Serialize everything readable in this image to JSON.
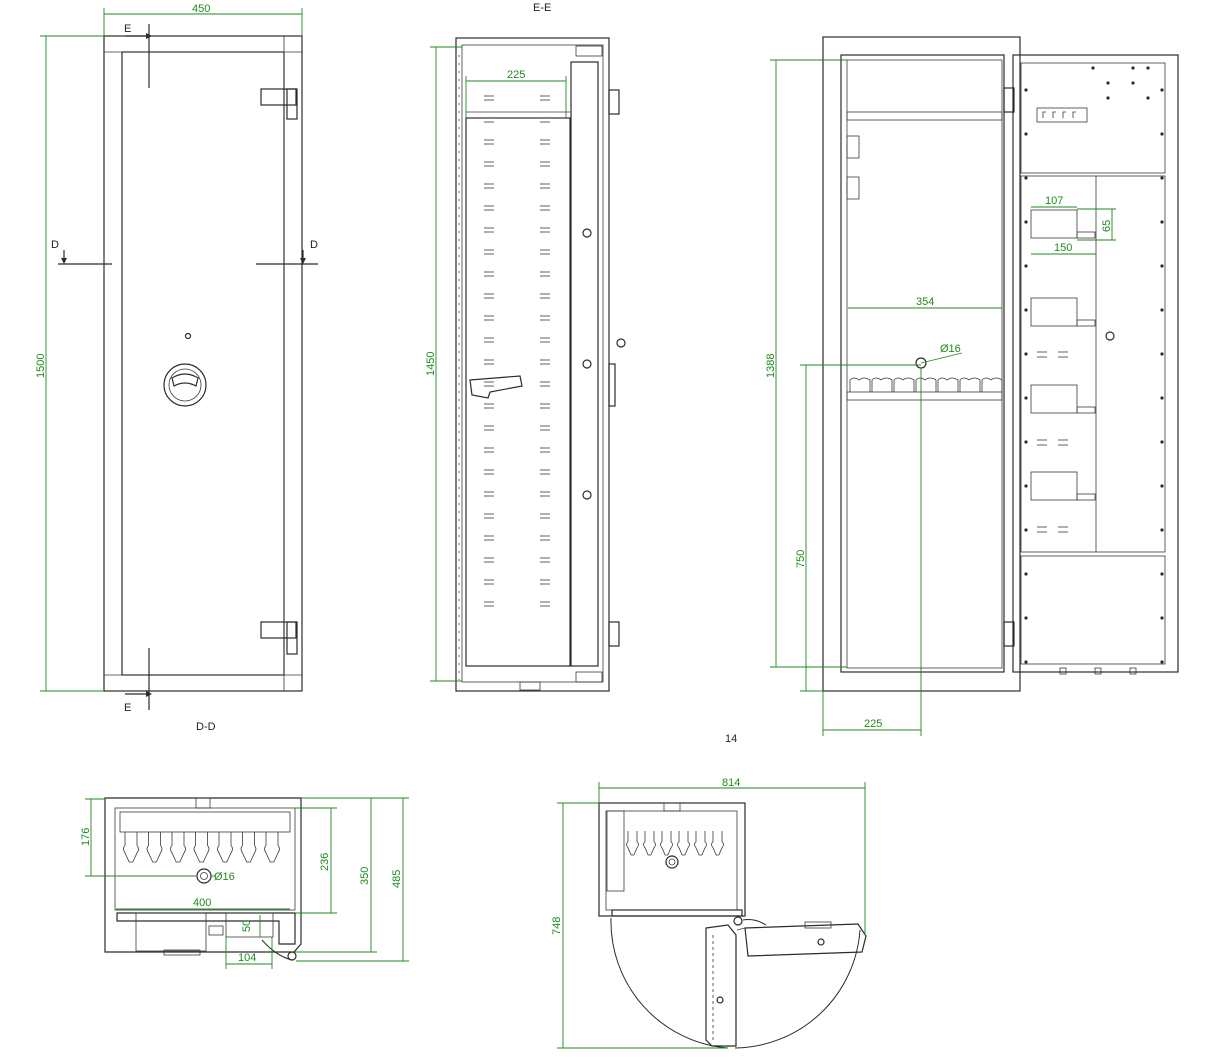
{
  "labels": {
    "section_ee": "E-E",
    "section_dd": "D-D",
    "cut_e": "E",
    "cut_d": "D",
    "number": "14"
  },
  "dims": {
    "front_width": "450",
    "front_height": "1500",
    "ee_inner_width": "225",
    "ee_height": "1450",
    "open_height": "1388",
    "open_shelf_width": "354",
    "open_hole_dia": "Ø16",
    "open_hole_height": "750",
    "open_hole_offset": "225",
    "box_w1": "107",
    "box_h": "65",
    "box_w2": "150",
    "plan_depth_176": "176",
    "plan_hole_dia": "Ø16",
    "plan_width_400": "400",
    "plan_236": "236",
    "plan_350": "350",
    "plan_485": "485",
    "plan_50": "50",
    "plan_104": "104",
    "swing_width": "814",
    "swing_depth": "748"
  }
}
